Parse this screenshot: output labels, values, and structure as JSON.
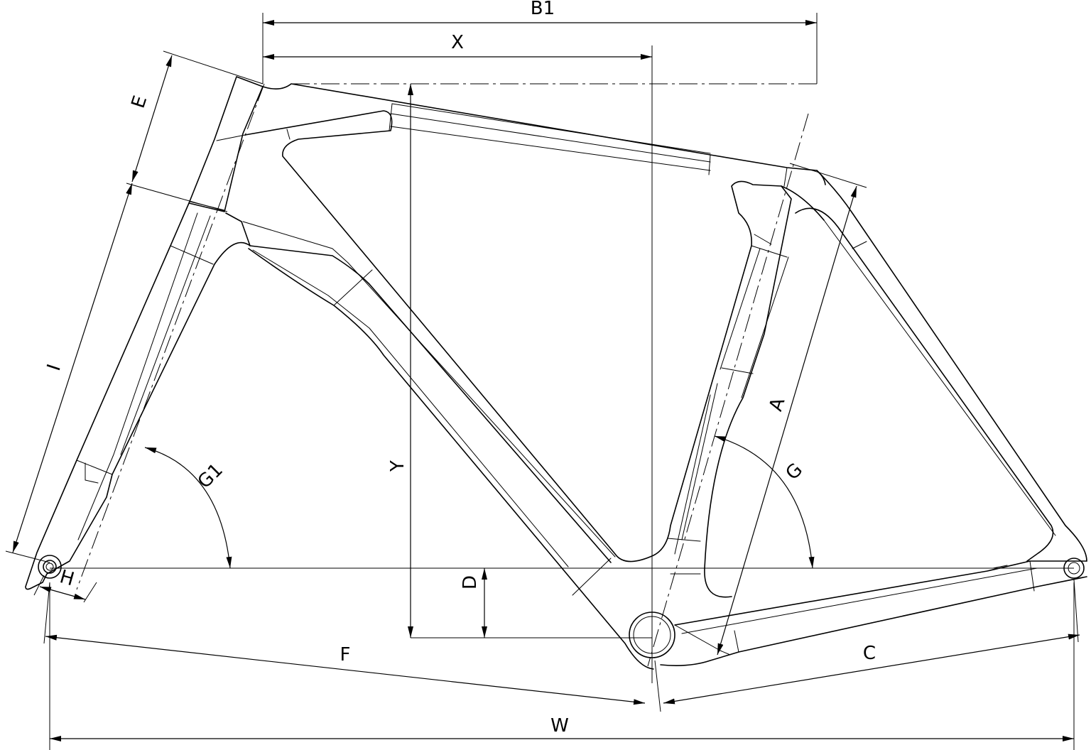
{
  "diagram": {
    "dimension_labels": {
      "B1": "B1",
      "X": "X",
      "E": "E",
      "I": "I",
      "G1": "G1",
      "H": "H",
      "Y": "Y",
      "D": "D",
      "F": "F",
      "W": "W",
      "C": "C",
      "A": "A",
      "G": "G"
    }
  }
}
